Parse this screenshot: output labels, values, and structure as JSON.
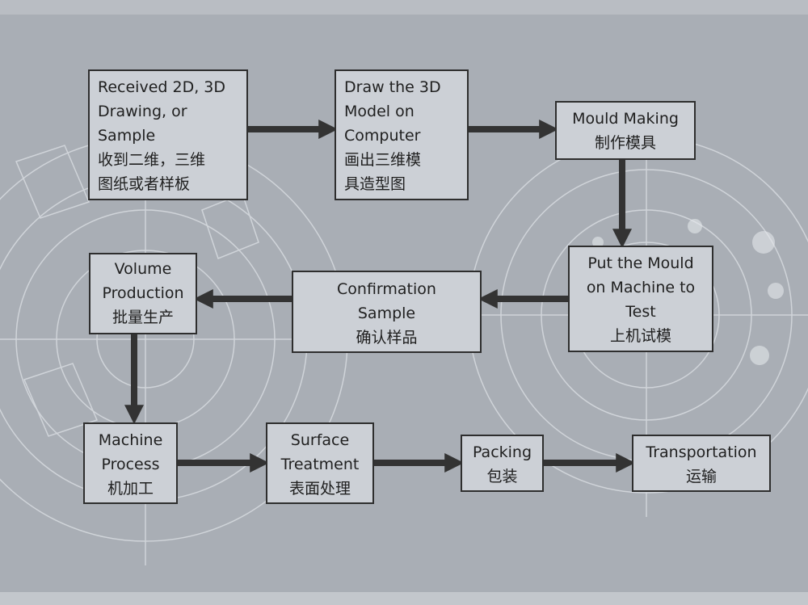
{
  "diagram": {
    "nodes": {
      "received": {
        "en": "Received 2D, 3D\nDrawing, or\nSample",
        "zh": "收到二维，三维\n图纸或者样板"
      },
      "draw_model": {
        "en": "Draw the 3D\nModel on\nComputer",
        "zh": "画出三维模\n具造型图"
      },
      "mould_making": {
        "en": "Mould Making",
        "zh": "制作模具"
      },
      "machine_test": {
        "en": "Put the Mould\non Machine to\nTest",
        "zh": "上机试模"
      },
      "confirmation": {
        "en": "Confirmation\nSample",
        "zh": "确认样品"
      },
      "volume": {
        "en": "Volume\nProduction",
        "zh": "批量生产"
      },
      "machine_process": {
        "en": "Machine\nProcess",
        "zh": "机加工"
      },
      "surface": {
        "en": "Surface\nTreatment",
        "zh": "表面处理"
      },
      "packing": {
        "en": "Packing",
        "zh": "包装"
      },
      "transportation": {
        "en": "Transportation",
        "zh": "运输"
      }
    },
    "colors": {
      "box_fill": "#ccd0d6",
      "border": "#2e2e2e",
      "arrow": "#333333",
      "background": "#a9aeb5"
    }
  }
}
